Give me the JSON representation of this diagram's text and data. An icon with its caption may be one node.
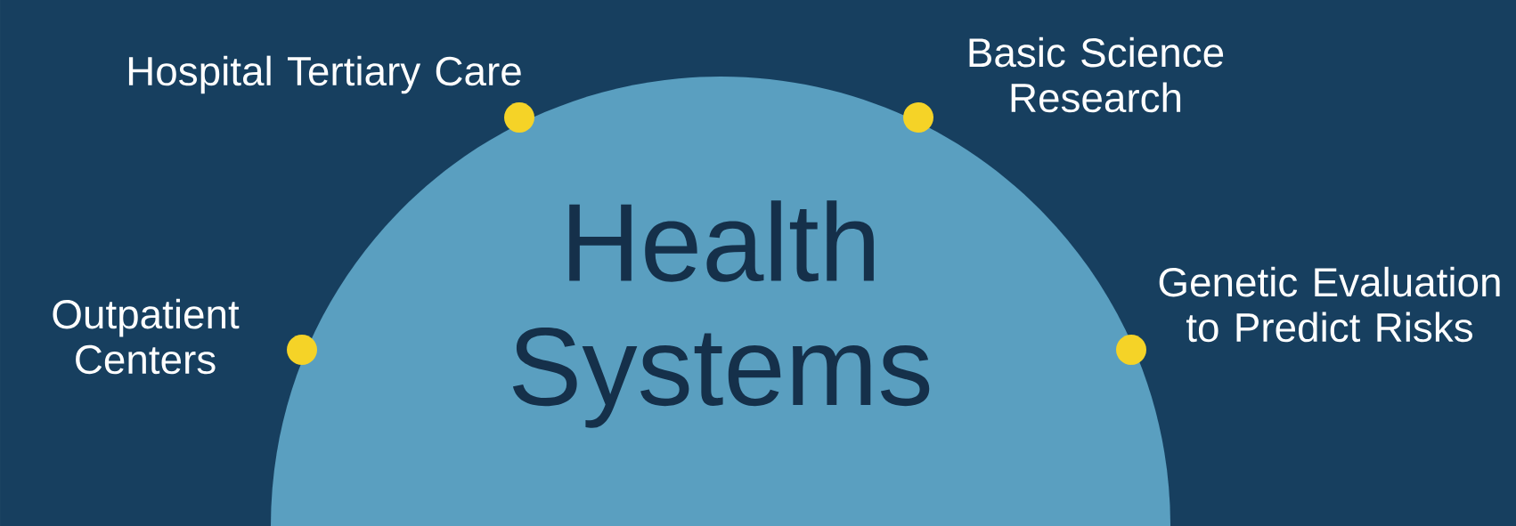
{
  "diagram": {
    "nodes": [
      {
        "text": [
          "Health Systems"
        ]
      },
      {
        "text": [
          "Hospital Tertiary Care"
        ]
      },
      {
        "text": [
          "Basic Science Research"
        ]
      },
      {
        "text": [
          "Outpatient Centers"
        ]
      },
      {
        "text": [
          "Genetic Evaluation to Predict Risks"
        ]
      }
    ]
  }
}
